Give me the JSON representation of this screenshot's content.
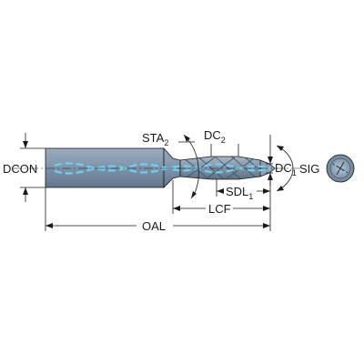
{
  "labels": {
    "dcon": "DCON",
    "oal": "OAL",
    "lcf": "LCF",
    "sdl": "SDL",
    "sdl_sub": "1",
    "dc1": "DC",
    "dc1_sub": "1",
    "dc2": "DC",
    "dc2_sub": "2",
    "sta": "STA",
    "sta_sub": "2",
    "sig": "SIG"
  },
  "colors": {
    "body": "#7f95ab",
    "body_dark": "#5f7489",
    "body_light": "#a8b8c8",
    "coolant": "#6fd0f0",
    "outline": "#1a1a1a"
  }
}
